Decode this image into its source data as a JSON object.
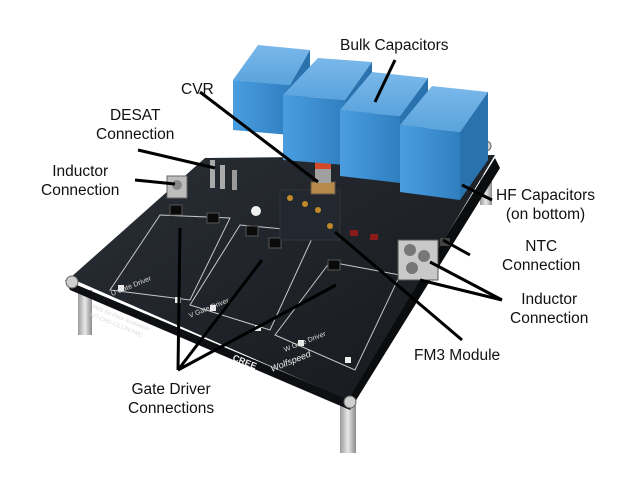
{
  "labels": {
    "bulk_capacitors": "Bulk Capacitors",
    "cvr": "CVR",
    "desat_line1": "DESAT",
    "desat_line2": "Connection",
    "inductor_left_line1": "Inductor",
    "inductor_left_line2": "Connection",
    "hf_line1": "HF Capacitors",
    "hf_line2": "(on bottom)",
    "ntc_line1": "NTC",
    "ntc_line2": "Connection",
    "inductor_right_line1": "Inductor",
    "inductor_right_line2": "Connection",
    "fm3_module": "FM3 Module",
    "gate_line1": "Gate Driver",
    "gate_line2": "Connections"
  },
  "board_silkscreen": {
    "u": "U Gate Driver",
    "v": "V Gate Driver",
    "w": "W Gate Driver",
    "brand": "CREE",
    "wolfspeed": "Wolfspeed",
    "title": "FM3 Six-Pack Evaluation",
    "part": "KIT-CRD-CIL12N-FMC"
  },
  "colors": {
    "background": "#ffffff",
    "board": "#1b1f24",
    "capacitor": "#3a8fd0",
    "leader_line": "#000000",
    "label_text": "#111111"
  }
}
